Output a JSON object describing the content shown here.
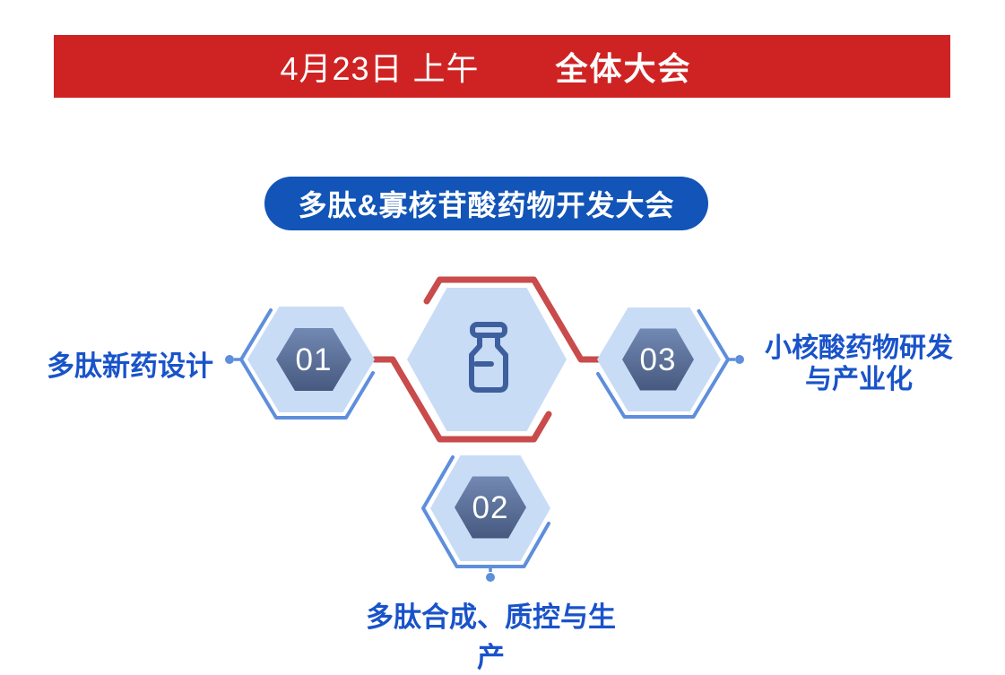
{
  "banner": {
    "date_text": "4月23日 上午",
    "session_text": "全体大会"
  },
  "conference_pill": {
    "title": "多肽&寡核苷酸药物开发大会"
  },
  "center": {
    "icon": "medicine-bottle-icon"
  },
  "topics": [
    {
      "number": "01",
      "label": "多肽新药设计"
    },
    {
      "number": "02",
      "label": "多肽合成、质控与生产"
    },
    {
      "number": "03",
      "label": "小核酸药物研发与产业化",
      "label_line1": "小核酸药物研发",
      "label_line2": "与产业化"
    }
  ],
  "colors": {
    "banner_red": "#CF2323",
    "pill_blue": "#1254B7",
    "label_blue": "#1953CA",
    "hex_light_blue": "#C9DCF6",
    "hex_dark_top": "#7289B3",
    "hex_dark_bottom": "#47597F",
    "connector_red": "#C94B4B",
    "connector_blue": "#5E8EDC",
    "bottle_stroke": "#3E5F9E"
  }
}
